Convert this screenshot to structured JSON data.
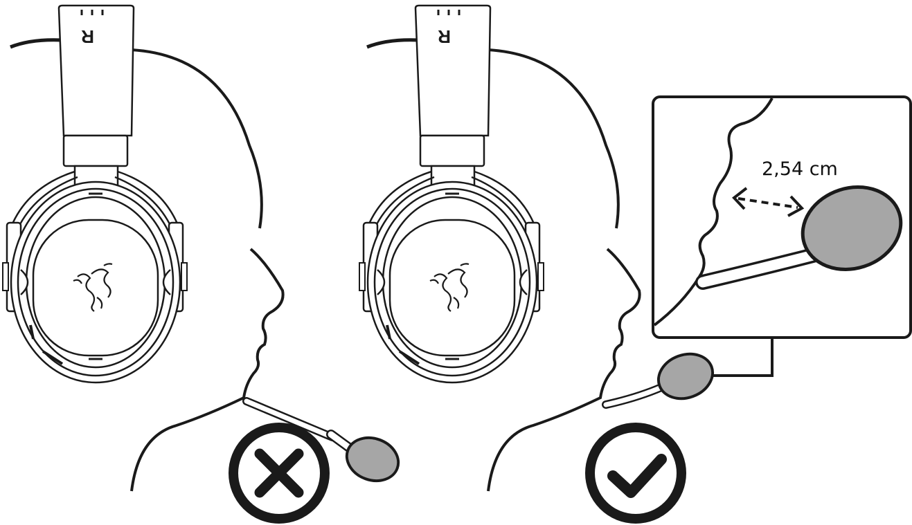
{
  "figure": {
    "wrong_panel": {
      "status": "incorrect",
      "status_icon": "cross-icon"
    },
    "right_panel": {
      "status": "correct",
      "status_icon": "checkmark-icon"
    },
    "inset": {
      "distance_label": "2,54 cm"
    },
    "colors": {
      "line": "#1a1a1a",
      "mic_foam": "#a6a6a6",
      "paper": "#ffffff"
    }
  }
}
